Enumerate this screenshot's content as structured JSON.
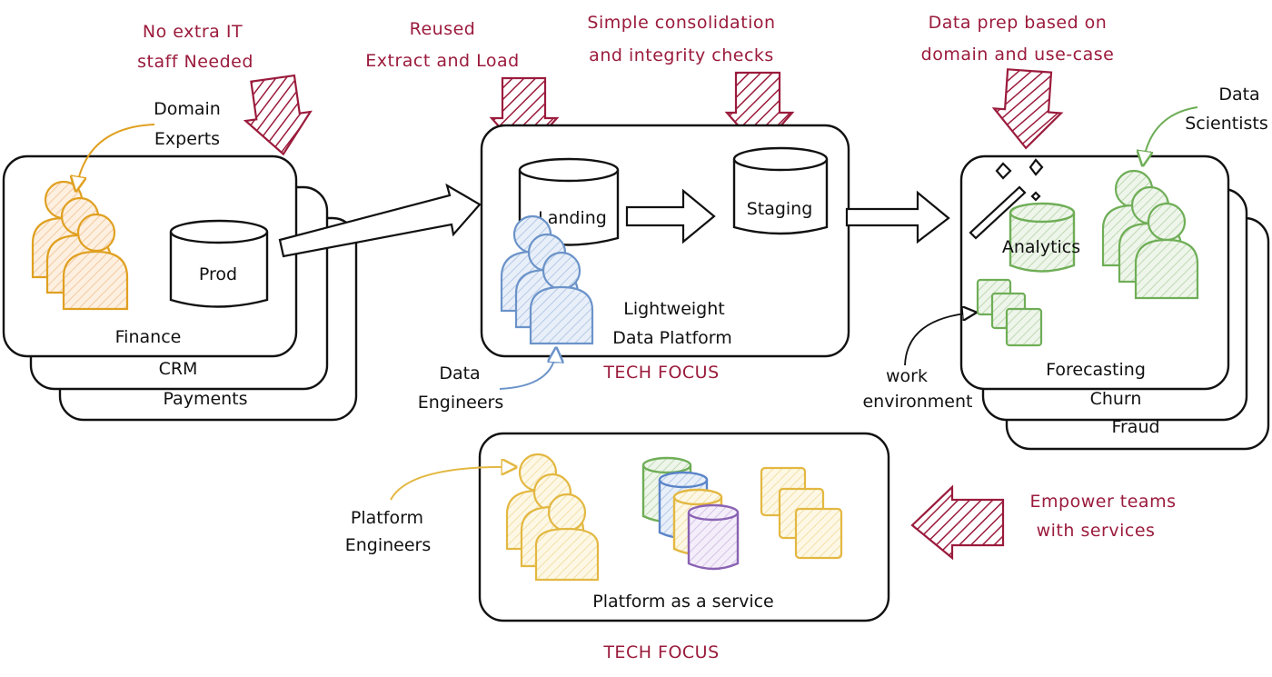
{
  "colors": {
    "annotation": "#9b1b3c",
    "ink": "#111111",
    "domain_experts": "#e0a020",
    "data_engineers": "#6b93c9",
    "data_scientists": "#6fae57",
    "platform_engineers": "#e3b842",
    "db_green": "#6fae57",
    "db_blue": "#5a84c8",
    "db_yellow": "#e3b842",
    "db_purple": "#8a63b3"
  },
  "annotations": {
    "no_extra_it": [
      "No extra IT",
      "staff Needed"
    ],
    "reused_el": [
      "Reused",
      "Extract and Load"
    ],
    "consolidation": [
      "Simple consolidation",
      "and integrity checks"
    ],
    "data_prep": [
      "Data prep based on",
      "domain and use-case"
    ],
    "empower": [
      "Empower teams",
      "with services"
    ],
    "tech_focus_top": "TECH FOCUS",
    "tech_focus_bottom": "TECH FOCUS"
  },
  "source_domains": {
    "personas_label": [
      "Domain",
      "Experts"
    ],
    "database": "Prod",
    "stack": [
      "Finance",
      "CRM",
      "Payments"
    ]
  },
  "data_platform": {
    "landing": "Landing",
    "staging": "Staging",
    "title": [
      "Lightweight",
      "Data Platform"
    ],
    "personas_label": [
      "Data",
      "Engineers"
    ]
  },
  "use_cases": {
    "database": "Analytics",
    "personas_label": [
      "Data",
      "Scientists"
    ],
    "work_env_label": [
      "work",
      "environment"
    ],
    "stack": [
      "Forecasting",
      "Churn",
      "Fraud"
    ]
  },
  "platform_service": {
    "title": "Platform as a service",
    "personas_label": [
      "Platform",
      "Engineers"
    ]
  }
}
